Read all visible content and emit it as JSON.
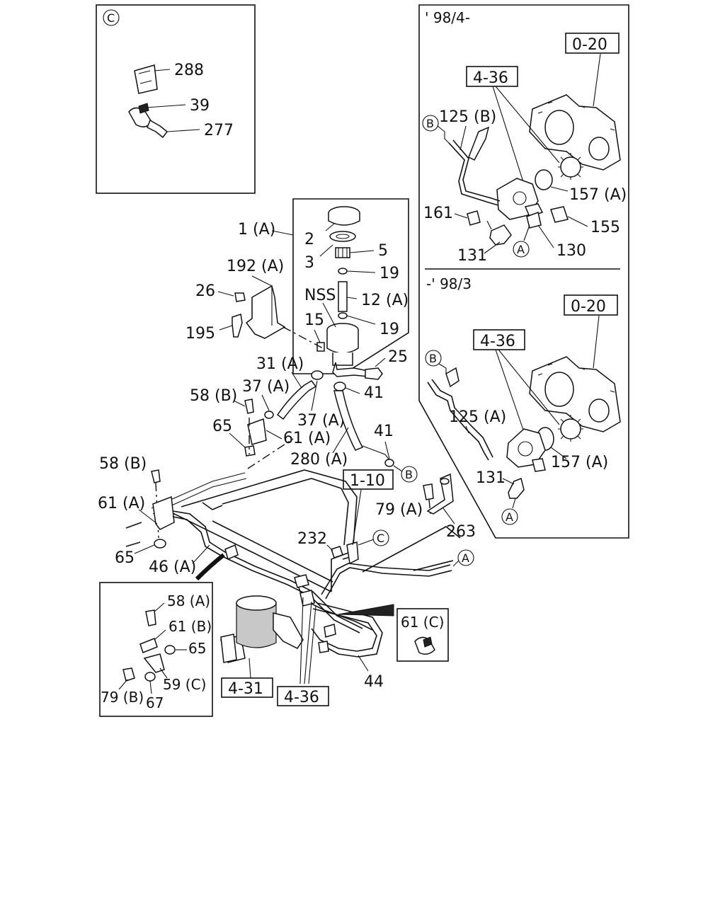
{
  "diagram": {
    "labels": {
      "c_circle": "C",
      "p288": "288",
      "p39": "39",
      "p277": "277",
      "p1A": "1 (A)",
      "p192A": "192 (A)",
      "p26": "26",
      "p195": "195",
      "p2": "2",
      "p3": "3",
      "p5": "5",
      "p19a": "19",
      "p12A": "12 (A)",
      "nss": "NSS",
      "p15": "15",
      "p19b": "19",
      "p25": "25",
      "p31A": "31 (A)",
      "p37Aa": "37 (A)",
      "p41a": "41",
      "p58Ba": "58 (B)",
      "p37Ab": "37 (A)",
      "p65a": "65",
      "p61Aa": "61 (A)",
      "p280A": "280 (A)",
      "p41b": "41",
      "b_circle_main": "B",
      "p58Bb": "58 (B)",
      "p61Ab": "61 (A)",
      "p65b": "65",
      "p46A": "46 (A)",
      "p232": "232",
      "c_circle_main": "C",
      "ref110": "1-10",
      "p79A": "79 (A)",
      "p263": "263",
      "a_circle_main": "A",
      "p58A": "58 (A)",
      "p61B": "61 (B)",
      "p65c": "65",
      "p59C": "59 (C)",
      "p79B": "79 (B)",
      "p67": "67",
      "ref431": "4-31",
      "ref436_bottom": "4-36",
      "p44": "44",
      "p61C": "61 (C)",
      "new_period": "' 98/4-",
      "ref020_top": "0-20",
      "ref436_top": "4-36",
      "b_circle_top": "B",
      "p125B": "125 (B)",
      "p157Aa": "157 (A)",
      "p161": "161",
      "p155": "155",
      "p131a": "131",
      "a_circle_top": "A",
      "p130": "130",
      "old_period": "-' 98/3",
      "ref020_bot": "0-20",
      "ref436_mid": "4-36",
      "b_circle_right": "B",
      "p125A": "125 (A)",
      "p157Ab": "157 (A)",
      "p131b": "131",
      "a_circle_right": "A"
    }
  }
}
